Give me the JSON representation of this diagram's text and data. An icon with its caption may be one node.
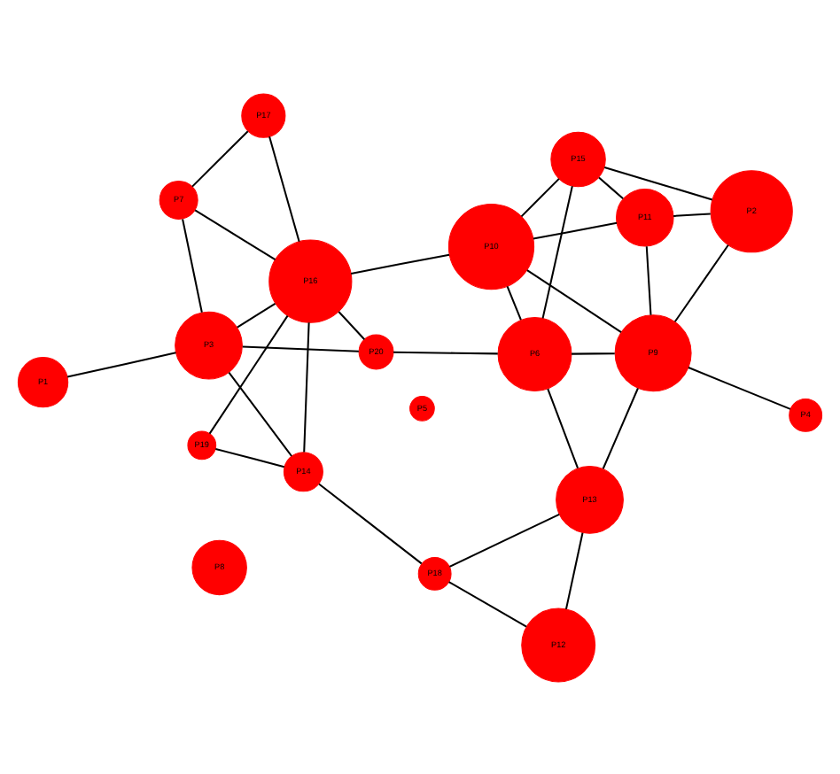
{
  "diagram": {
    "nodes": [
      {
        "text": [
          "P1"
        ]
      },
      {
        "text": [
          "P2"
        ]
      },
      {
        "text": [
          "P3"
        ]
      },
      {
        "text": [
          "P4"
        ]
      },
      {
        "text": [
          "P5"
        ]
      },
      {
        "text": [
          "P6"
        ]
      },
      {
        "text": [
          "P7"
        ]
      },
      {
        "text": [
          "P8"
        ]
      },
      {
        "text": [
          "P9"
        ]
      },
      {
        "text": [
          "P10"
        ]
      },
      {
        "text": [
          "P11"
        ]
      },
      {
        "text": [
          "P12"
        ]
      },
      {
        "text": [
          "P13"
        ]
      },
      {
        "text": [
          "P14"
        ]
      },
      {
        "text": [
          "P15"
        ]
      },
      {
        "text": [
          "P16"
        ]
      },
      {
        "text": [
          "P17"
        ]
      },
      {
        "text": [
          "P18"
        ]
      },
      {
        "text": [
          "P19"
        ]
      },
      {
        "text": [
          "P20"
        ]
      }
    ],
    "edges": [
      {
        "from": 13,
        "to": 17,
        "arrow": "none"
      },
      {
        "from": 17,
        "to": 11,
        "arrow": "none"
      },
      {
        "from": 17,
        "to": 12,
        "arrow": "none"
      },
      {
        "from": 11,
        "to": 12,
        "arrow": "none"
      },
      {
        "from": 13,
        "to": 2,
        "arrow": "none"
      },
      {
        "from": 13,
        "to": 15,
        "arrow": "none"
      },
      {
        "from": 13,
        "to": 18,
        "arrow": "none"
      },
      {
        "from": 18,
        "to": 15,
        "arrow": "none"
      },
      {
        "from": 0,
        "to": 2,
        "arrow": "none"
      },
      {
        "from": 2,
        "to": 6,
        "arrow": "none"
      },
      {
        "from": 2,
        "to": 15,
        "arrow": "none"
      },
      {
        "from": 2,
        "to": 19,
        "arrow": "none"
      },
      {
        "from": 19,
        "to": 15,
        "arrow": "none"
      },
      {
        "from": 19,
        "to": 5,
        "arrow": "none"
      },
      {
        "from": 6,
        "to": 15,
        "arrow": "none"
      },
      {
        "from": 6,
        "to": 16,
        "arrow": "none"
      },
      {
        "from": 16,
        "to": 15,
        "arrow": "none"
      },
      {
        "from": 15,
        "to": 9,
        "arrow": "none"
      },
      {
        "from": 12,
        "to": 5,
        "arrow": "none"
      },
      {
        "from": 12,
        "to": 8,
        "arrow": "none"
      },
      {
        "from": 5,
        "to": 8,
        "arrow": "none"
      },
      {
        "from": 5,
        "to": 9,
        "arrow": "none"
      },
      {
        "from": 5,
        "to": 14,
        "arrow": "none"
      },
      {
        "from": 8,
        "to": 3,
        "arrow": "none"
      },
      {
        "from": 8,
        "to": 9,
        "arrow": "none"
      },
      {
        "from": 8,
        "to": 10,
        "arrow": "none"
      },
      {
        "from": 8,
        "to": 1,
        "arrow": "none"
      },
      {
        "from": 9,
        "to": 10,
        "arrow": "none"
      },
      {
        "from": 9,
        "to": 14,
        "arrow": "none"
      },
      {
        "from": 10,
        "to": 14,
        "arrow": "none"
      },
      {
        "from": 10,
        "to": 1,
        "arrow": "none"
      },
      {
        "from": 1,
        "to": 14,
        "arrow": "none"
      }
    ]
  }
}
